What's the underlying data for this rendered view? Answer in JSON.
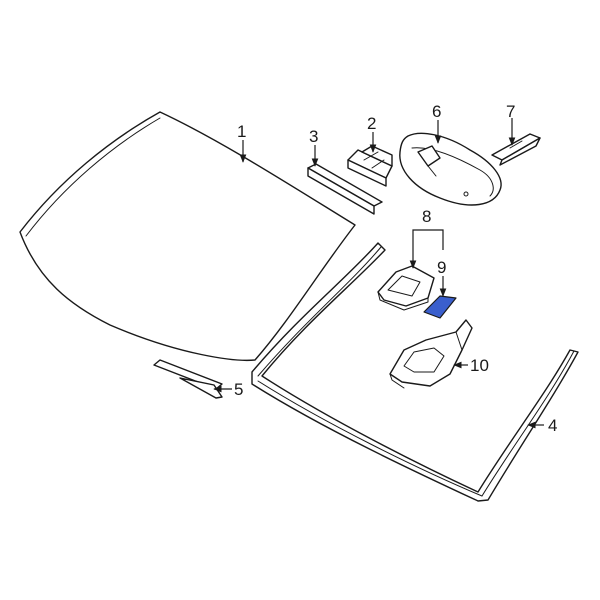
{
  "callouts": {
    "c1": "1",
    "c2": "2",
    "c3": "3",
    "c4": "4",
    "c5": "5",
    "c6": "6",
    "c7": "7",
    "c8": "8",
    "c9": "9",
    "c10": "10"
  },
  "colors": {
    "highlight": "#3a5fcd",
    "line": "#1a1a1a",
    "background": "#ffffff"
  }
}
